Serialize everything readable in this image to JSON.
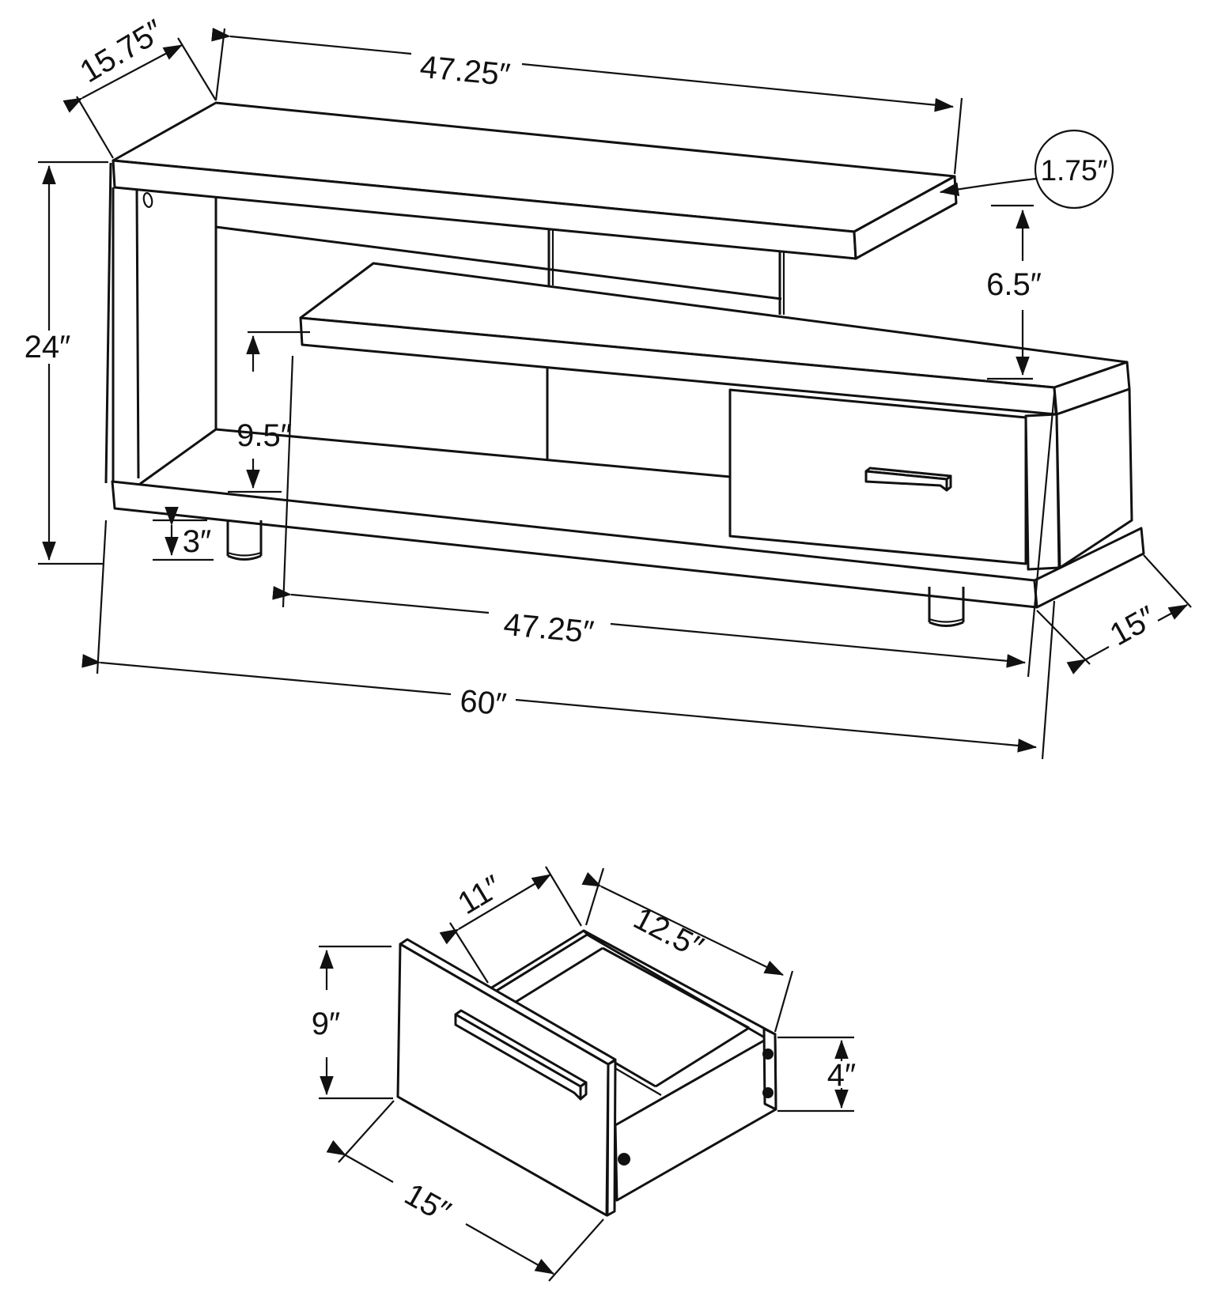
{
  "page": {
    "background": "#ffffff",
    "line_color": "#111111"
  },
  "tv_stand_view": {
    "name": "tv-stand-dimension-drawing",
    "dimensions": {
      "top_depth": "15.75″",
      "top_length": "47.25″",
      "top_thickness": "1.75″",
      "shelf_gap": "6.5″",
      "overall_height": "24″",
      "cubby_height": "9.5″",
      "leg_height": "3″",
      "lower_length": "47.25″",
      "base_depth": "15″",
      "overall_width": "60″"
    }
  },
  "drawer_view": {
    "name": "drawer-detail-dimension-drawing",
    "dimensions": {
      "inner_depth_left": "11″",
      "inner_depth_right": "12.5″",
      "front_height": "9″",
      "back_height": "4″",
      "front_width": "15″"
    }
  }
}
